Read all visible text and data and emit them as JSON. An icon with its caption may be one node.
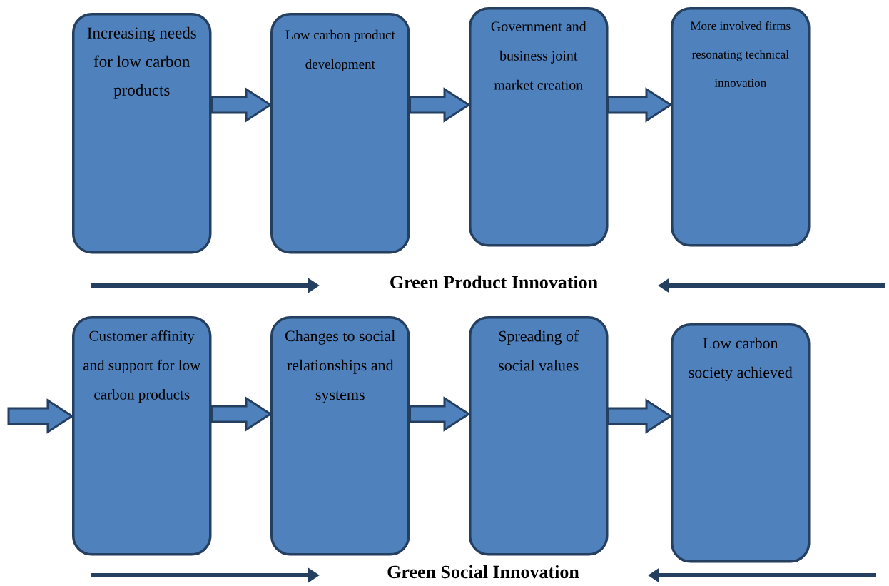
{
  "diagram": {
    "nodes": [
      {
        "text": [
          "Increasing needs for low carbon products"
        ]
      },
      {
        "text": [
          "Low carbon product development"
        ]
      },
      {
        "text": [
          "Government and business joint market creation"
        ]
      },
      {
        "text": [
          "More involved firms resonating technical innovation"
        ]
      },
      {
        "text": [
          "Customer affinity and support for low carbon products"
        ]
      },
      {
        "text": [
          "Changes to social relationships and systems"
        ]
      },
      {
        "text": [
          "Spreading of social values"
        ]
      },
      {
        "text": [
          "Low carbon society achieved"
        ]
      }
    ],
    "edges": [
      {
        "from": 0,
        "to": 1,
        "arrow": "to"
      },
      {
        "from": 1,
        "to": 2,
        "arrow": "to"
      },
      {
        "from": 2,
        "to": 3,
        "arrow": "to"
      },
      {
        "from": null,
        "to": 4,
        "arrow": "to"
      },
      {
        "from": 4,
        "to": 5,
        "arrow": "to"
      },
      {
        "from": 5,
        "to": 6,
        "arrow": "to"
      },
      {
        "from": 6,
        "to": 7,
        "arrow": "to"
      }
    ],
    "labels": [
      "Green Product Innovation",
      "Green Social Innovation"
    ]
  }
}
